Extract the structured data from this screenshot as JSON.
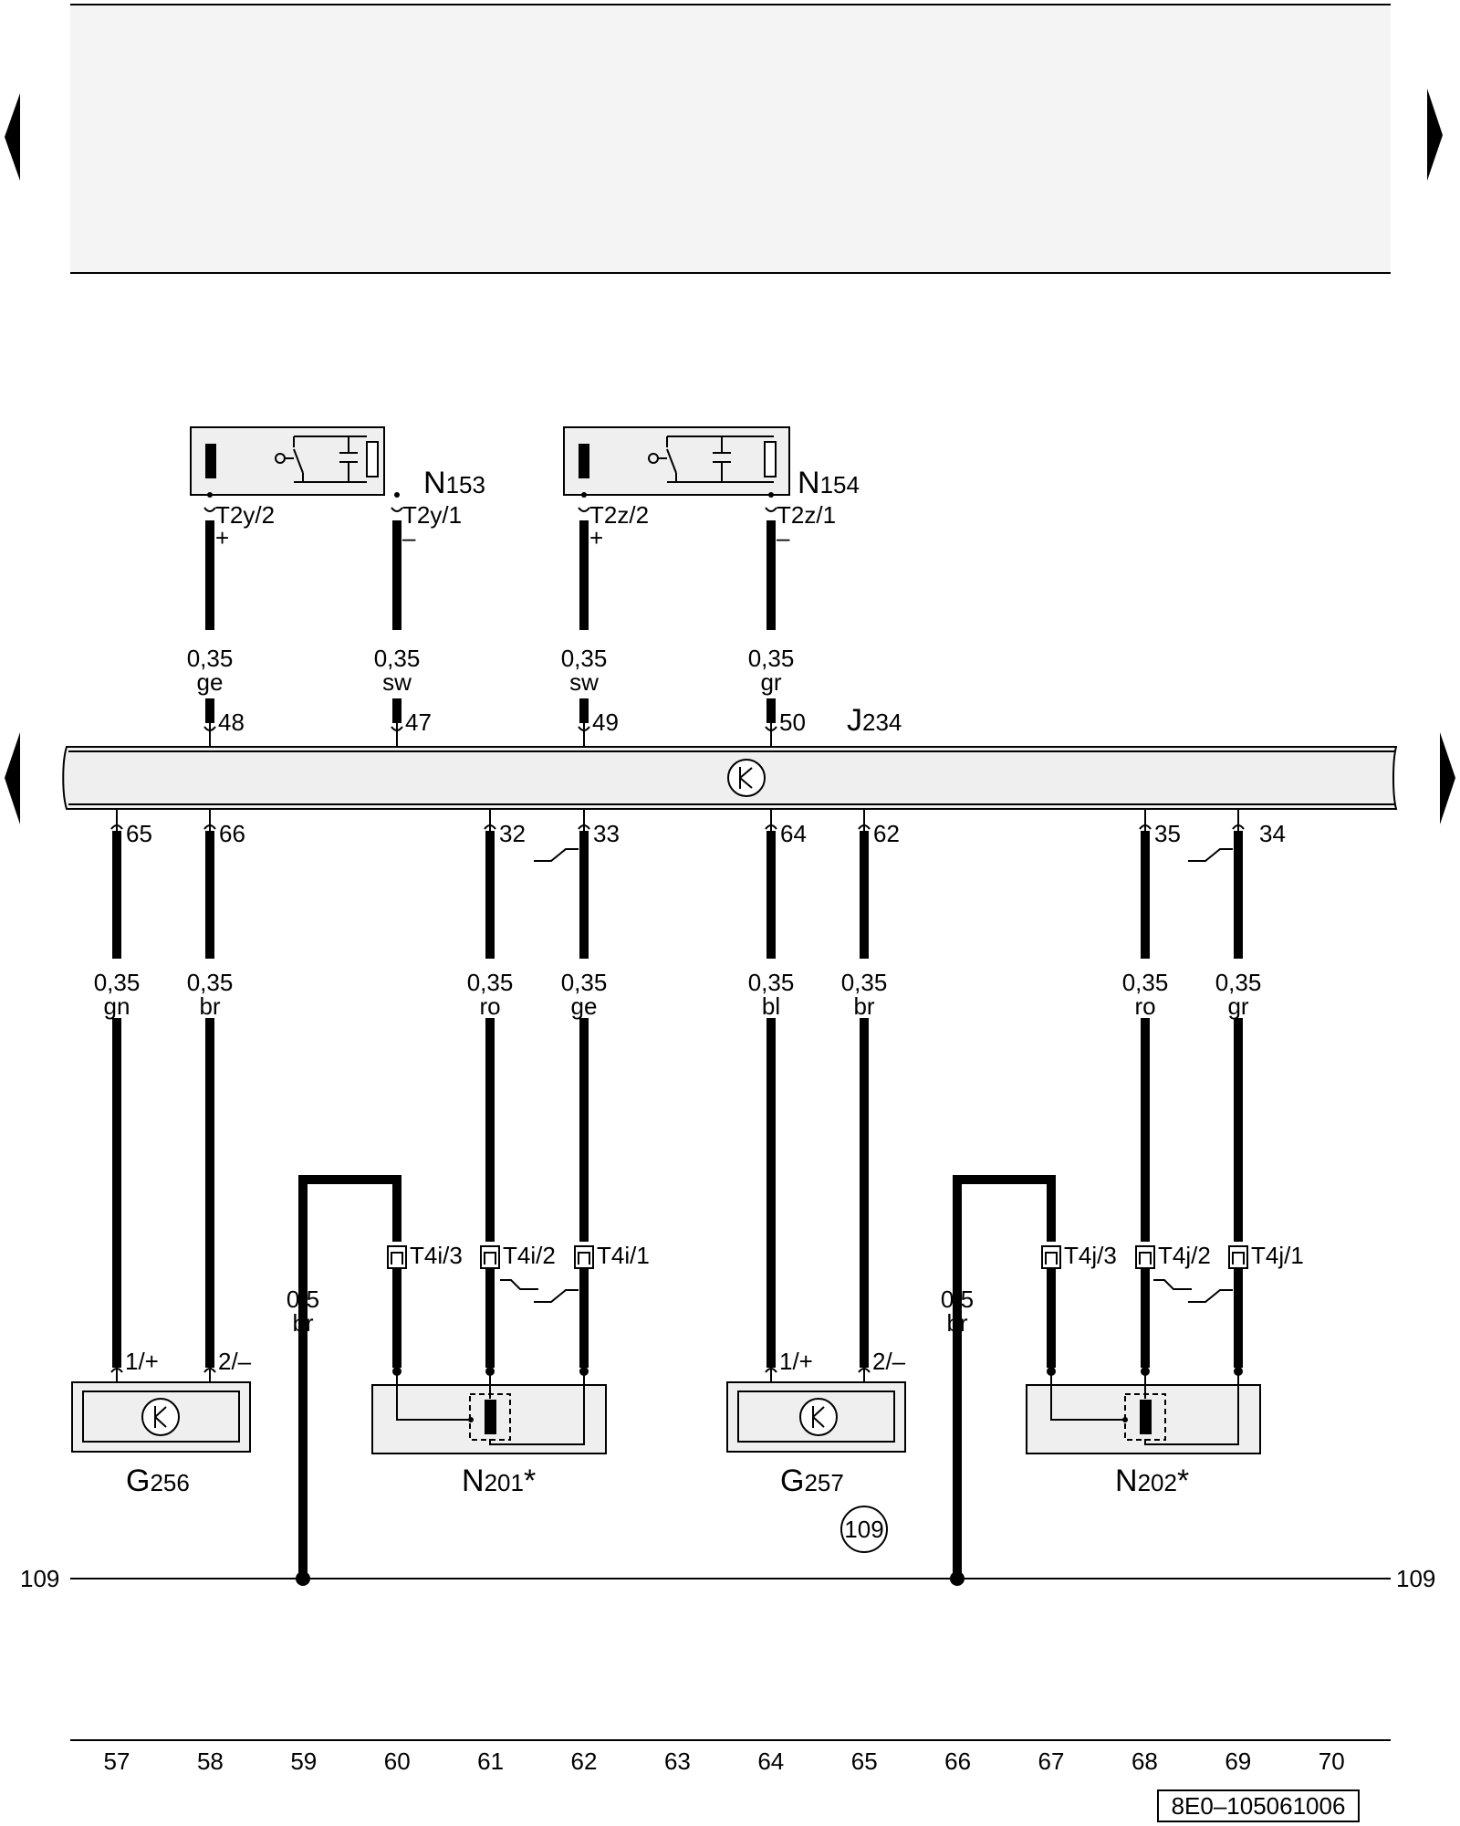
{
  "relays": [
    {
      "name": "N",
      "num": "153",
      "pins": [
        {
          "label": "T2y/2",
          "sign": "+"
        },
        {
          "label": "T2y/1",
          "sign": "–"
        }
      ]
    },
    {
      "name": "N",
      "num": "154",
      "pins": [
        {
          "label": "T2z/2",
          "sign": "+"
        },
        {
          "label": "T2z/1",
          "sign": "–"
        }
      ]
    }
  ],
  "control_unit": {
    "name": "J",
    "num": "234"
  },
  "top_wires": [
    {
      "size": "0,35",
      "color": "ge",
      "pin": "48"
    },
    {
      "size": "0,35",
      "color": "sw",
      "pin": "47"
    },
    {
      "size": "0,35",
      "color": "sw",
      "pin": "49"
    },
    {
      "size": "0,35",
      "color": "gr",
      "pin": "50"
    }
  ],
  "bottom_pins": [
    "65",
    "66",
    "32",
    "33",
    "64",
    "62",
    "35",
    "34"
  ],
  "bottom_wires": [
    {
      "size": "0,35",
      "color": "gn"
    },
    {
      "size": "0,35",
      "color": "br"
    },
    {
      "size": "0,35",
      "color": "ro"
    },
    {
      "size": "0,35",
      "color": "ge"
    },
    {
      "size": "0,35",
      "color": "bl"
    },
    {
      "size": "0,35",
      "color": "br"
    },
    {
      "size": "0,35",
      "color": "ro"
    },
    {
      "size": "0,35",
      "color": "gr"
    }
  ],
  "ground_wires": [
    {
      "size": "0,5",
      "color": "br"
    },
    {
      "size": "0,5",
      "color": "br"
    }
  ],
  "connectors": [
    "T4i/3",
    "T4i/2",
    "T4i/1",
    "T4j/3",
    "T4j/2",
    "T4j/1"
  ],
  "sensor_pins": [
    "1/+",
    "2/–",
    "1/+",
    "2/–"
  ],
  "components": [
    {
      "name": "G",
      "num": "256",
      "mark": ""
    },
    {
      "name": "N",
      "num": "201",
      "mark": "*"
    },
    {
      "name": "G",
      "num": "257",
      "mark": ""
    },
    {
      "name": "N",
      "num": "202",
      "mark": "*"
    }
  ],
  "ground_ref": {
    "left": "109",
    "right": "109",
    "circle": "109"
  },
  "tracks": [
    "57",
    "58",
    "59",
    "60",
    "61",
    "62",
    "63",
    "64",
    "65",
    "66",
    "67",
    "68",
    "69",
    "70"
  ],
  "doc_id": "8E0–105061006",
  "colors": {
    "header_fill": "#f4f4f4",
    "box_fill": "#efefef",
    "line": "#000000"
  }
}
